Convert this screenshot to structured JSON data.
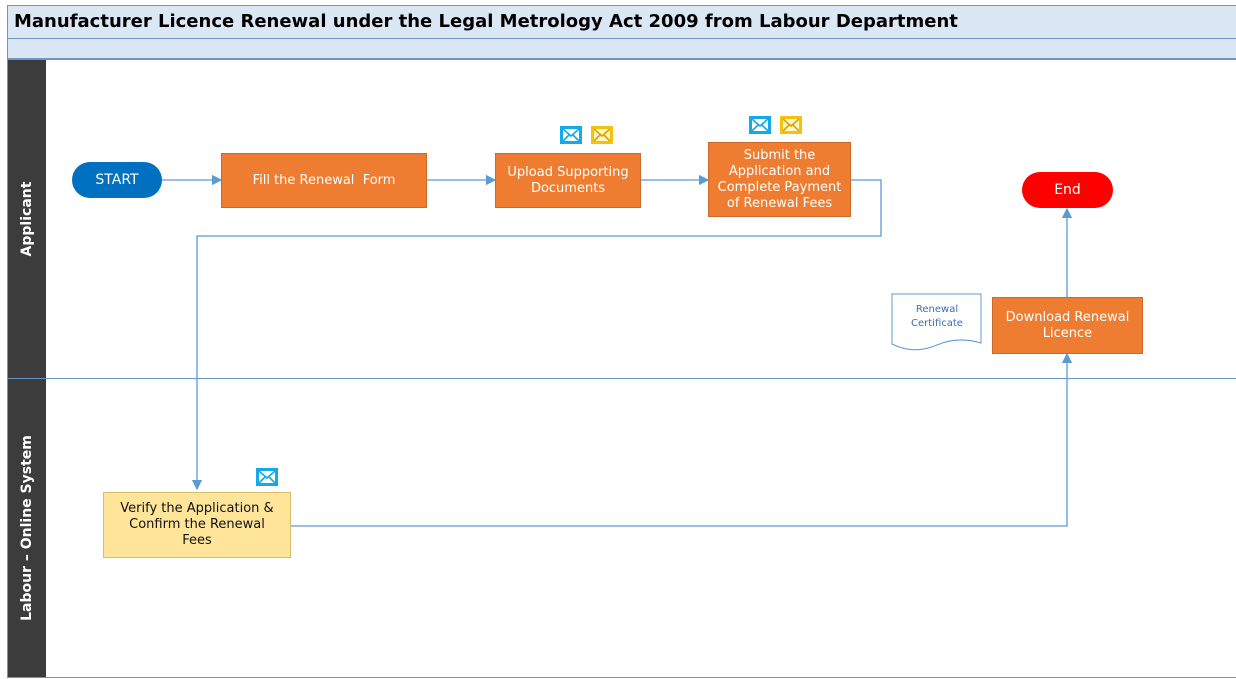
{
  "title": "Manufacturer Licence Renewal under the Legal Metrology Act 2009 from Labour Department",
  "lanes": {
    "applicant": "Applicant",
    "labour": "Labour – Online System"
  },
  "nodes": {
    "start": "START",
    "fill_form": "Fill the Renewal  Form",
    "upload_docs_line1": "Upload Supporting",
    "upload_docs_line2": "Documents",
    "submit_line1": "Submit the",
    "submit_line2": "Application and",
    "submit_line3": "Complete Payment",
    "submit_line4": "of Renewal Fees",
    "verify_line1": "Verify the Application &",
    "verify_line2": "Confirm the Renewal",
    "verify_line3": "Fees",
    "download_line1": "Download Renewal",
    "download_line2": "Licence",
    "end": "End"
  },
  "document": {
    "line1": "Renewal",
    "line2": "Certificate"
  },
  "icons": [
    "email-blue-icon",
    "email-yellow-icon"
  ],
  "colors": {
    "process": "#ee7d31",
    "system_process": "#ffe599",
    "start": "#0070c0",
    "end": "#ff0000",
    "connector": "#5b9bd5"
  }
}
